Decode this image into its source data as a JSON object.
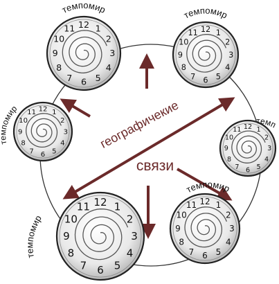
{
  "clock_label": "темпомир",
  "clock_label_clipped": "темп",
  "center_top_label": "географичекие",
  "center_bottom_label": "связи",
  "colors": {
    "arrow": "#6b2a2a",
    "text": "#6b2a2a",
    "ring": "#333333",
    "clock_rim": "#222222",
    "clock_face": "#f2f2f2"
  },
  "icons": {
    "clock": "spiral-clock-icon",
    "arrow": "arrow-icon"
  },
  "clock_numerals": [
    "12",
    "1",
    "2",
    "3",
    "4",
    "5",
    "6",
    "7",
    "8",
    "9",
    "10",
    "11"
  ]
}
